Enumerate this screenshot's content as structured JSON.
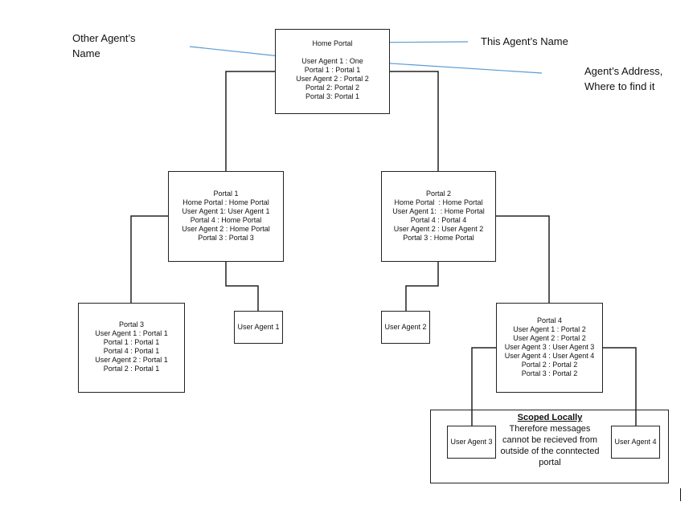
{
  "annotations": {
    "other_agent_line1": "Other Agent’s",
    "other_agent_line2": "Name",
    "this_agent": "This Agent’s Name",
    "address_line1": "Agent’s Address,",
    "address_line2": "Where to find it"
  },
  "nodes": {
    "home_portal": {
      "title": "Home Portal",
      "entries": [
        "User Agent 1 : One",
        "Portal 1 : Portal 1",
        "User Agent 2 : Portal 2",
        "Portal 2: Portal 2",
        "Portal 3: Portal 1"
      ]
    },
    "portal1": {
      "title": "Portal 1",
      "entries": [
        "Home Portal : Home Portal",
        "User Agent 1: User Agent 1",
        "Portal 4 : Home Portal",
        "User Agent 2 : Home Portal",
        "Portal 3 : Portal 3"
      ]
    },
    "portal2": {
      "title": "Portal 2",
      "entries": [
        "Home Portal  : Home Portal",
        "User Agent 1:  : Home Portal",
        "Portal 4 : Portal 4",
        "User Agent 2 : User Agent 2",
        "Portal 3 : Home Portal"
      ]
    },
    "portal3": {
      "title": "Portal 3",
      "entries": [
        "User Agent 1 : Portal 1",
        "Portal 1 : Portal 1",
        "Portal 4 : Portal 1",
        "User Agent 2 : Portal 1",
        "Portal 2 : Portal 1"
      ]
    },
    "portal4": {
      "title": "Portal 4",
      "entries": [
        "User Agent 1 : Portal 2",
        "User Agent 2 : Portal 2",
        "User Agent 3 : User Agent 3",
        "User Agent 4 : User Agent 4",
        "Portal 2 : Portal 2",
        "Portal 3 : Portal 2"
      ]
    },
    "user_agent1": {
      "title": "User Agent 1"
    },
    "user_agent2": {
      "title": "User Agent 2"
    },
    "user_agent3": {
      "title": "User Agent 3"
    },
    "user_agent4": {
      "title": "User Agent 4"
    }
  },
  "scope": {
    "title": "Scoped Locally",
    "lines": [
      "Therefore messages",
      "cannot be recieved from",
      "outside of the conntected",
      "portal"
    ]
  },
  "colors": {
    "line": "#222222",
    "arrow": "#5b9bd5"
  }
}
